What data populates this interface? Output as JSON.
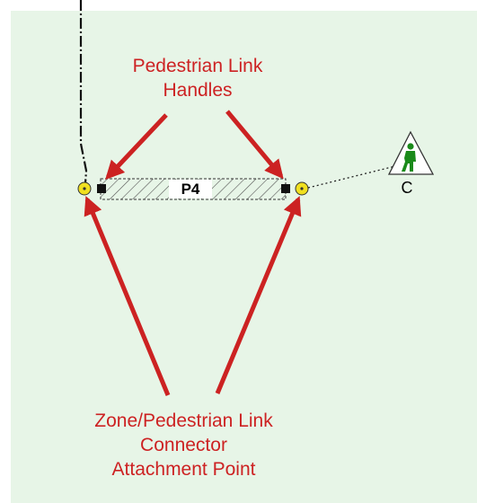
{
  "link": {
    "label": "P4"
  },
  "zone": {
    "label": "C",
    "icon": "pedestrian-zone-icon"
  },
  "callouts": {
    "handles": [
      "Pedestrian Link",
      "Handles"
    ],
    "attachment": [
      "Zone/Pedestrian Link",
      "Connector",
      "Attachment Point"
    ]
  },
  "colors": {
    "background": "#e7f5e7",
    "arrow": "#cc2222",
    "callout_text": "#cc2222",
    "attachment_point": "#f0e020",
    "handle": "#111111",
    "pedestrian": "#1a8a1a"
  }
}
